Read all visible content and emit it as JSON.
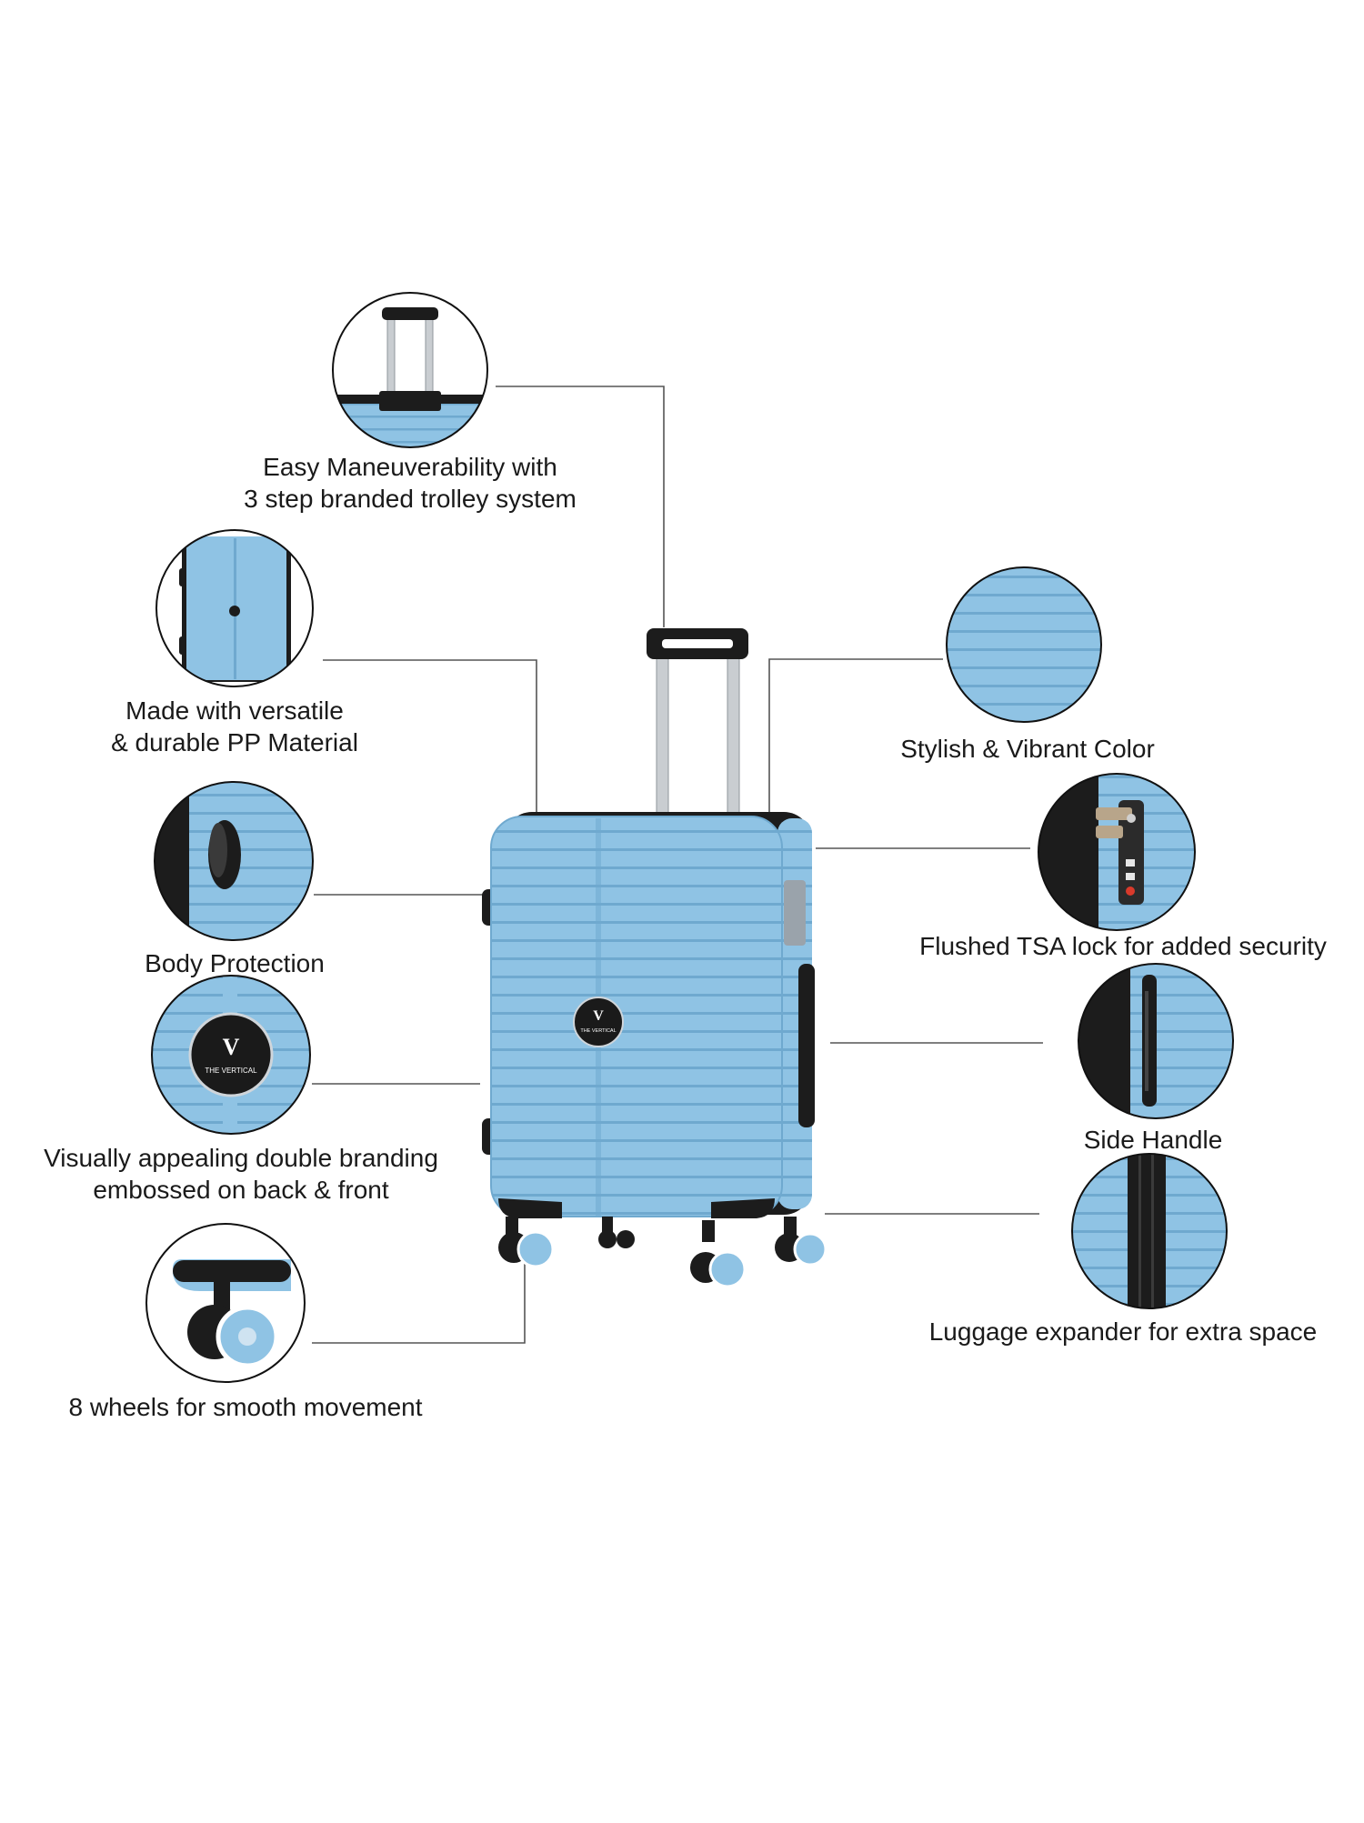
{
  "brand": {
    "logo_mark": "V",
    "logo_text": "THE VERTICAL"
  },
  "colors": {
    "shell": "#8fc3e4",
    "shell_dark": "#6fa9cf",
    "trim": "#1c1c1c",
    "outline": "#111111",
    "connector": "#555555"
  },
  "features": {
    "trolley": {
      "line1": "Easy Maneuverability with",
      "line2": "3 step branded trolley system",
      "icon": "trolley-handle-icon"
    },
    "material": {
      "line1": "Made with versatile",
      "line2": "& durable PP Material",
      "icon": "pp-shell-icon"
    },
    "protection": {
      "line1": "Body Protection",
      "icon": "bumper-guard-icon"
    },
    "branding": {
      "line1": "Visually appealing double branding",
      "line2": "embossed on back & front",
      "icon": "brand-emblem-icon"
    },
    "wheels": {
      "line1": "8 wheels for smooth movement",
      "icon": "spinner-wheel-icon"
    },
    "color": {
      "line1": "Stylish & Vibrant Color",
      "icon": "ribbed-texture-icon"
    },
    "lock": {
      "line1": "Flushed TSA lock for added security",
      "icon": "tsa-lock-icon"
    },
    "side_handle": {
      "line1": "Side Handle",
      "icon": "side-handle-icon"
    },
    "expander": {
      "line1": "Luggage expander for extra space",
      "icon": "expander-zip-icon"
    }
  }
}
